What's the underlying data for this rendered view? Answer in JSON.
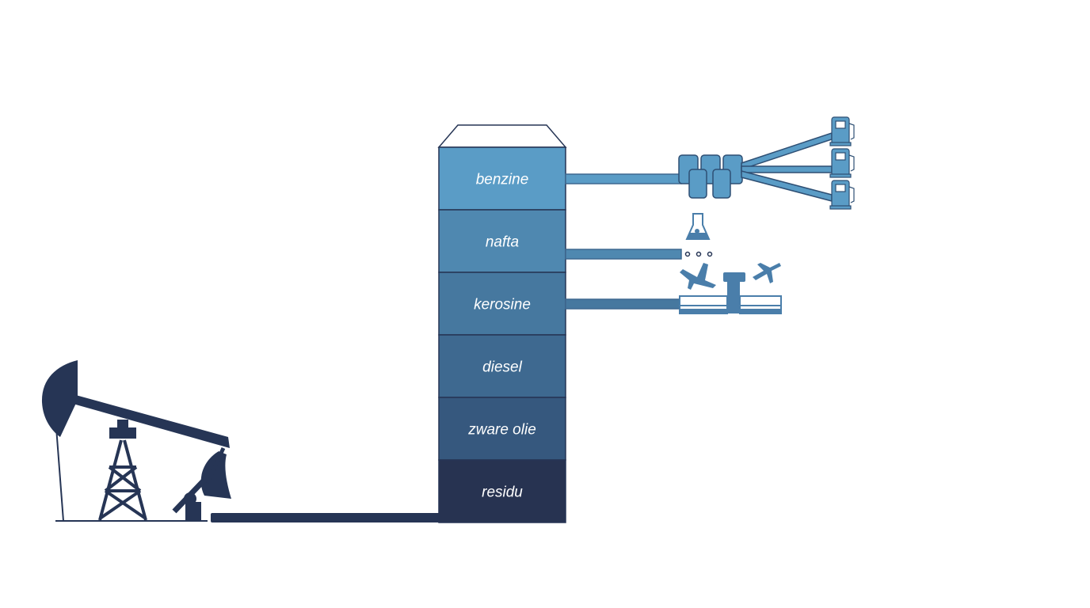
{
  "diagram": {
    "fractions": [
      {
        "label": "benzine",
        "color": "#5a9cc6"
      },
      {
        "label": "nafta",
        "color": "#4f88b0"
      },
      {
        "label": "kerosine",
        "color": "#46789f"
      },
      {
        "label": "diesel",
        "color": "#3e6990"
      },
      {
        "label": "zware olie",
        "color": "#36587e"
      },
      {
        "label": "residu",
        "color": "#273351"
      }
    ],
    "colors": {
      "pump_jack": "#263555",
      "pipe_light": "#5a9cc6",
      "pipe_mid": "#4f88b0",
      "icon": "#4a7eaa",
      "feed_pipe": "#263555"
    },
    "icons": [
      "pump-jack-icon",
      "fuel-pump-icon",
      "flask-icon",
      "airplane-icon",
      "control-tower-icon",
      "airport-terminal-icon"
    ]
  }
}
